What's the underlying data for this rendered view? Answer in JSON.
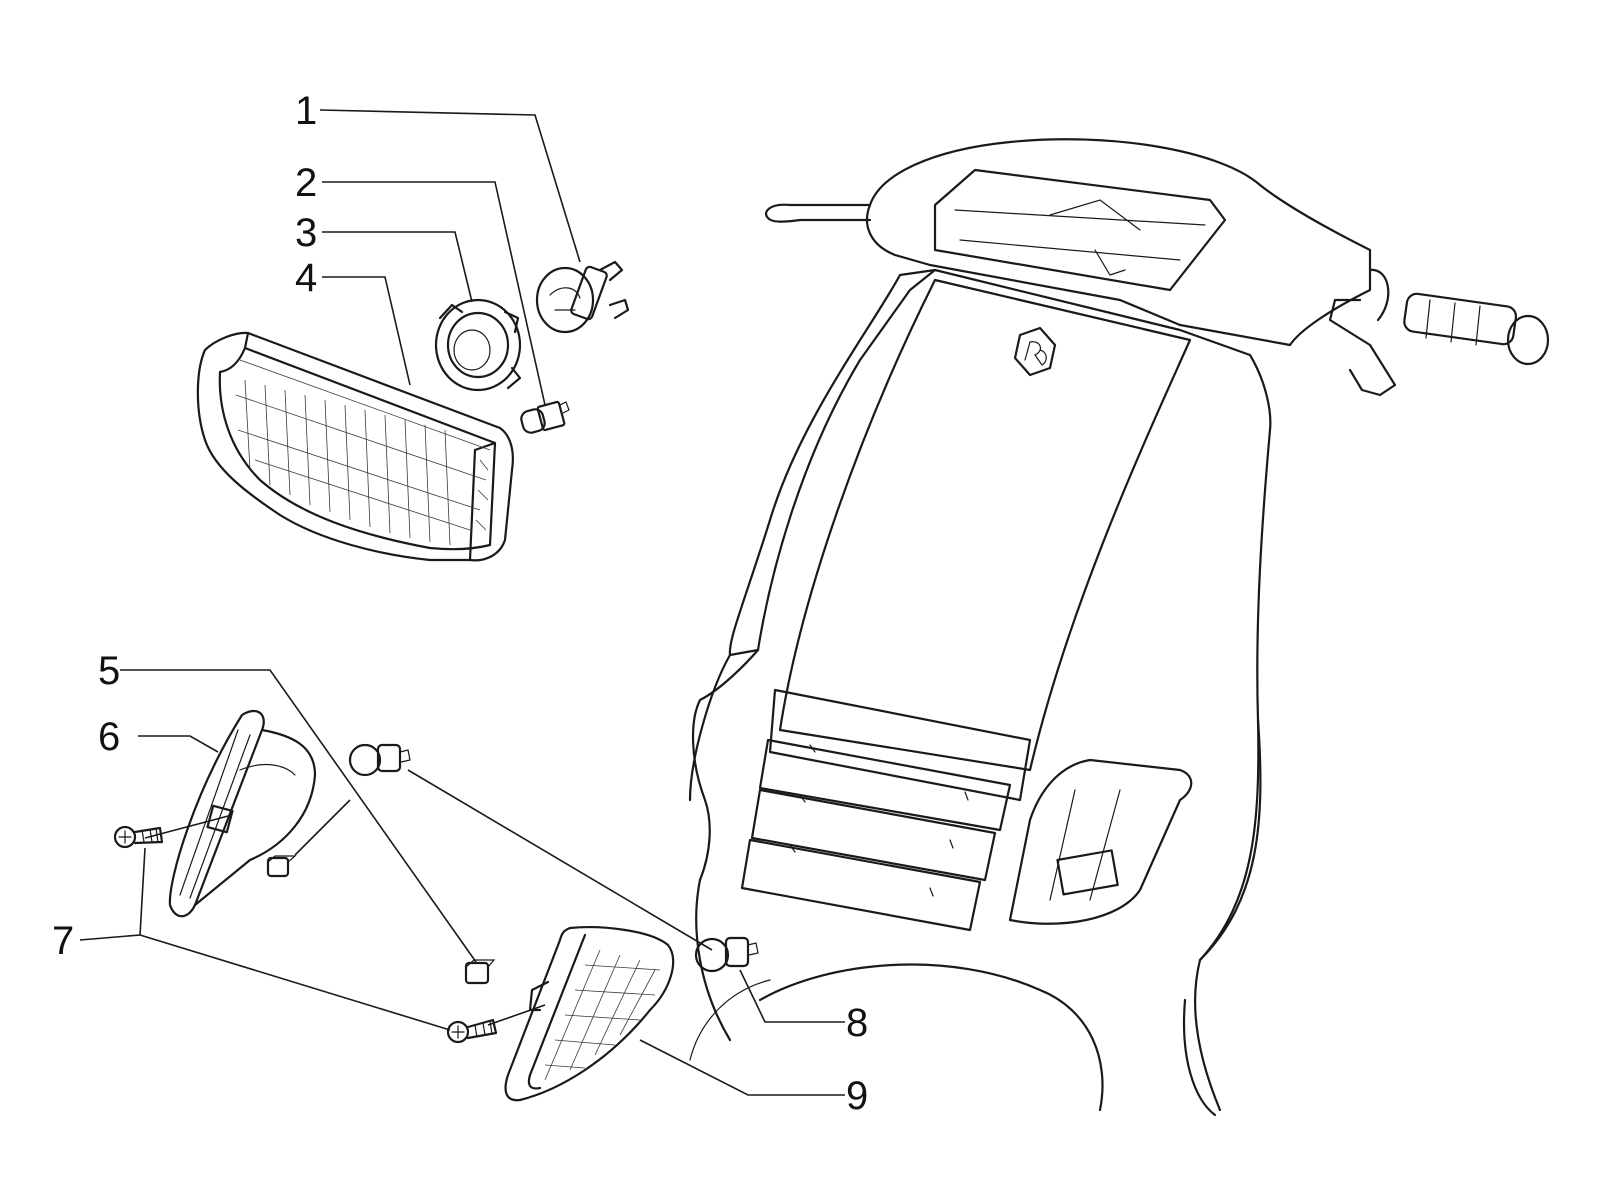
{
  "callouts": [
    {
      "id": "1",
      "label": "1"
    },
    {
      "id": "2",
      "label": "2"
    },
    {
      "id": "3",
      "label": "3"
    },
    {
      "id": "4",
      "label": "4"
    },
    {
      "id": "5",
      "label": "5"
    },
    {
      "id": "6",
      "label": "6"
    },
    {
      "id": "7",
      "label": "7"
    },
    {
      "id": "8",
      "label": "8"
    },
    {
      "id": "9",
      "label": "9"
    }
  ],
  "icons": {
    "brand_logo": "piaggio-shield-icon"
  },
  "colors": {
    "ink": "#1a1a1a",
    "paper": "#ffffff"
  }
}
